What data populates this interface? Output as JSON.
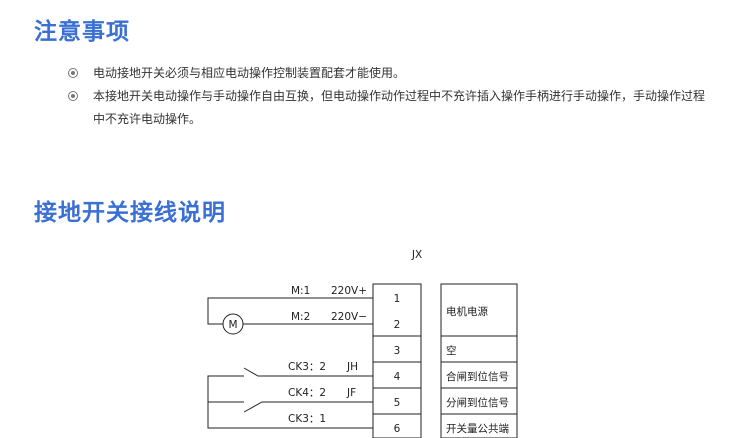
{
  "notes": {
    "title": "注意事项",
    "items": [
      "电动接地开关必须与相应电动操作控制装置配套才能使用。",
      "本接地开关电动操作与手动操作自由互换，但电动操作动作过程中不充许插入操作手柄进行手动操作，手动操作过程中不充许电动操作。"
    ]
  },
  "wiring": {
    "title": "接地开关接线说明",
    "terminal_block_label": "JX",
    "motor_symbol": "M",
    "wires": [
      {
        "left": "M:1",
        "right": "220V+"
      },
      {
        "left": "M:2",
        "right": "220V−"
      },
      {
        "left": "CK3：2",
        "right": "JH"
      },
      {
        "left": "CK4：2",
        "right": "JF"
      },
      {
        "left": "CK3：1",
        "right": ""
      }
    ],
    "terminals": [
      "1",
      "2",
      "3",
      "4",
      "5",
      "6"
    ],
    "functions": [
      "电机电源",
      "空",
      "合闸到位信号",
      "分闸到位信号",
      "开关量公共端"
    ]
  }
}
